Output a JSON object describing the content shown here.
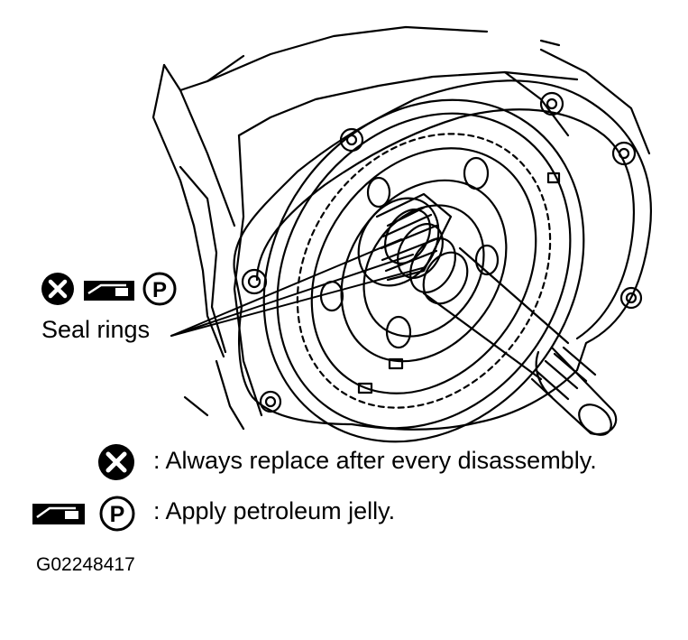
{
  "callout": {
    "seal_rings_label": "Seal rings"
  },
  "legend": {
    "replace_text": ": Always replace after every disassembly.",
    "jelly_text": ": Apply petroleum jelly."
  },
  "figure_id": "G02248417",
  "symbols": {
    "replace": "x-circle-icon",
    "grease_gun": "grease-gun-icon",
    "petroleum": "p-circle-icon"
  }
}
